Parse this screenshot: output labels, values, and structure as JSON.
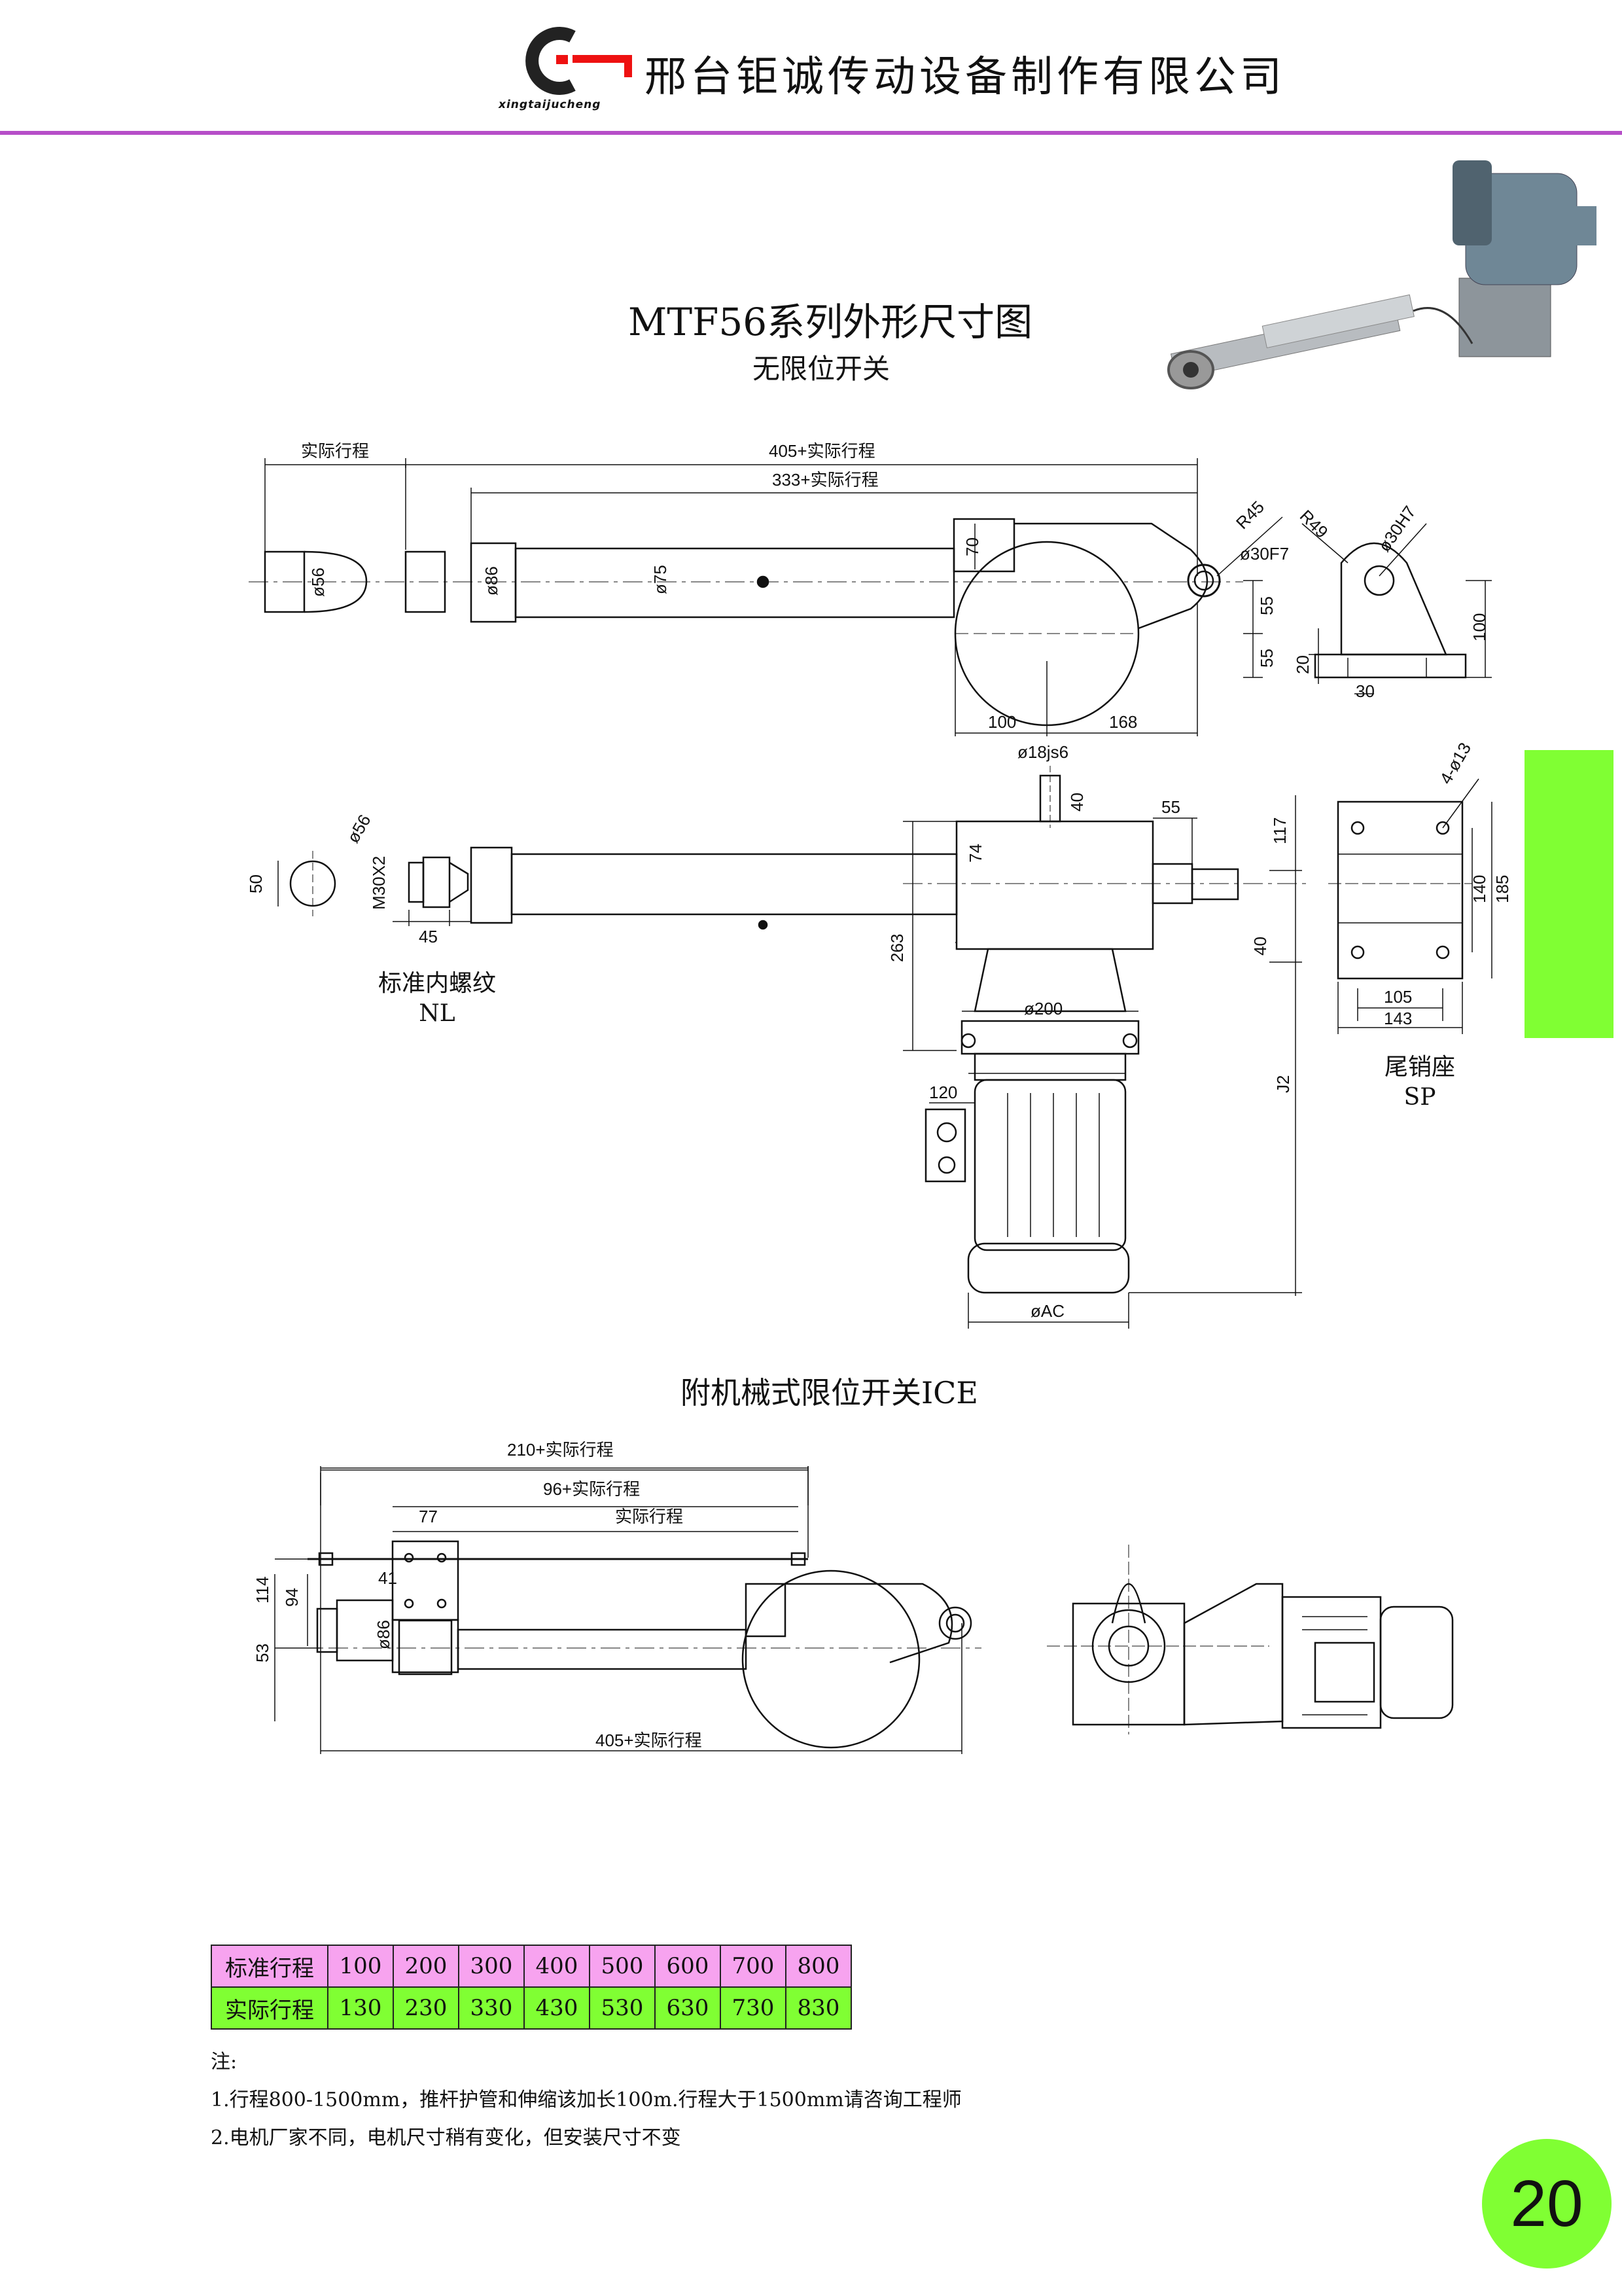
{
  "header": {
    "company": "邢台钜诚传动设备制作有限公司",
    "logo_text": "xingtaijucheng"
  },
  "title": "MTF56系列外形尺寸图",
  "subtitle": "无限位开关",
  "drawing1": {
    "dims": [
      "实际行程",
      "405+实际行程",
      "333+实际行程",
      "ø56",
      "ø86",
      "ø75",
      "70",
      "R45",
      "R49",
      "ø30H7",
      "ø30F7",
      "55",
      "55",
      "20",
      "100",
      "30",
      "100",
      "168"
    ]
  },
  "drawing2": {
    "dims": [
      "ø18js6",
      "40",
      "55",
      "117",
      "74",
      "ø56",
      "50",
      "M30X2",
      "45",
      "263",
      "40",
      "ø200",
      "120",
      "J2",
      "øAC"
    ],
    "caption_nl": [
      "标准内螺纹",
      "NL"
    ]
  },
  "drawing3": {
    "dims": [
      "4-ø13",
      "140",
      "185",
      "105",
      "143"
    ],
    "caption_sp": [
      "尾销座",
      "SP"
    ]
  },
  "ice": {
    "title": "附机械式限位开关ICE",
    "dims": [
      "210+实际行程",
      "96+实际行程",
      "实际行程",
      "77",
      "114",
      "94",
      "41",
      "53",
      "ø86",
      "405+实际行程"
    ]
  },
  "table": {
    "rows": [
      {
        "label": "标准行程",
        "values": [
          "100",
          "200",
          "300",
          "400",
          "500",
          "600",
          "700",
          "800"
        ]
      },
      {
        "label": "实际行程",
        "values": [
          "130",
          "230",
          "330",
          "430",
          "530",
          "630",
          "730",
          "830"
        ]
      }
    ]
  },
  "notes": {
    "heading": "注:",
    "items": [
      "1.行程800-1500mm，推杆护管和伸缩该加长100m.行程大于1500mm请咨询工程师",
      "2.电机厂家不同，电机尺寸稍有变化，但安装尺寸不变"
    ]
  },
  "page_number": "20",
  "colors": {
    "accent_line": "#b64ec8",
    "green": "#80ff33",
    "pink": "#f7a3ef"
  }
}
